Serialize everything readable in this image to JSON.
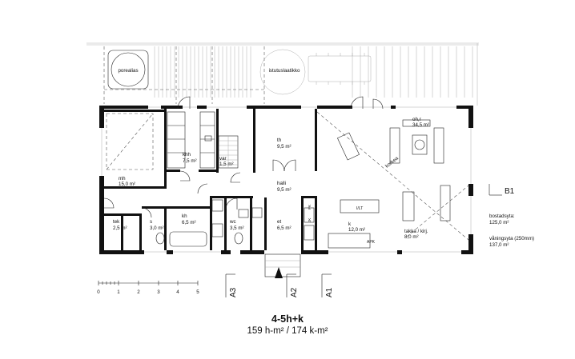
{
  "outdoor": {
    "spa": "porealias",
    "planter": "istutuslaatikko"
  },
  "rooms": {
    "mh": {
      "name": "mh",
      "area": "15,0 m²"
    },
    "khh": {
      "name": "khh",
      "area": "7,5 m²"
    },
    "var": {
      "name": "var",
      "area": "1,5 m²"
    },
    "th": {
      "name": "th",
      "area": "9,5 m²"
    },
    "ohr": {
      "name": "oh,r",
      "area": "34,5 m²"
    },
    "halli": {
      "name": "halli",
      "area": "9,5 m²"
    },
    "tek": {
      "name": "tek",
      "area": "2,5 m²"
    },
    "s": {
      "name": "s",
      "area": "3,0 m²"
    },
    "kh": {
      "name": "kh",
      "area": "6,5 m²"
    },
    "wc": {
      "name": "wc",
      "area": "3,5 m²"
    },
    "et": {
      "name": "et",
      "area": "6,5 m²"
    },
    "k": {
      "name": "k",
      "area": "12,0 m²"
    },
    "takka": {
      "name": "takka / kirj.",
      "area": "8,0 m²"
    }
  },
  "annotations": {
    "korkea": "korkea",
    "ilt": "I/LT",
    "apk": "APK",
    "jk": "JK",
    "pk": "PK"
  },
  "section_marks": {
    "a1": "A1",
    "a2": "A2",
    "a3": "A3",
    "b1": "B1"
  },
  "areas": {
    "bostadsyta_label": "bostadsyta:",
    "bostadsyta_value": "125,0 m²",
    "vaningsyta_label": "våningsyta (250mm)",
    "vaningsyta_value": "137,0 m²"
  },
  "scale_bar": {
    "ticks": [
      "0",
      "1",
      "2",
      "3",
      "4",
      "5"
    ]
  },
  "title": {
    "main": "4-5h+k",
    "sub": "159 h-m² / 174 k-m²"
  }
}
